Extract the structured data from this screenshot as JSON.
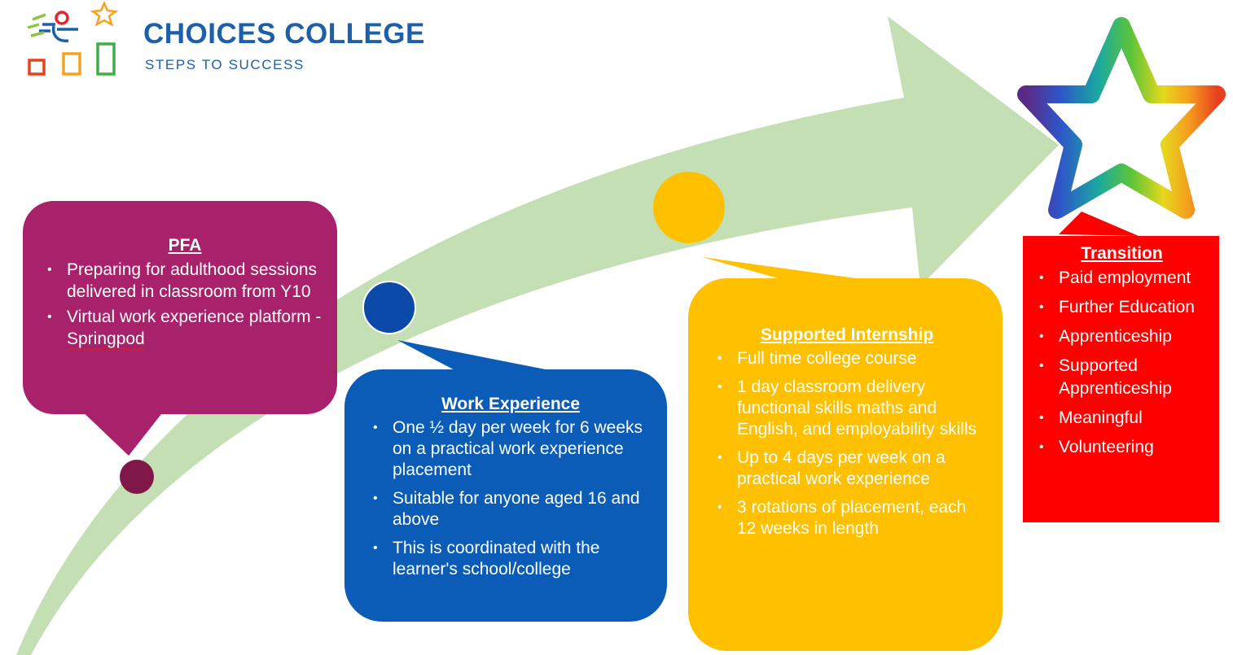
{
  "header": {
    "title": "CHOICES COLLEGE",
    "subtitle": "STEPS TO SUCCESS"
  },
  "colors": {
    "arrow": "#c4dfb3",
    "pfa": "#a8226b",
    "pfa_dot": "#7f1848",
    "work": "#0b5cb6",
    "work_dot": "#0b4aa8",
    "intern": "#ffc000",
    "transition": "#ff0000",
    "brand": "#1d5fa8"
  },
  "stages": {
    "pfa": {
      "title": "PFA",
      "items": [
        "Preparing for adulthood sessions delivered in classroom from Y10"
      ],
      "item2_prefix": "Virtual work experience platform - ",
      "item2_link": "Springpod"
    },
    "work": {
      "title": "Work Experience",
      "items": [
        "One ½ day per week for 6 weeks on a practical work experience placement",
        "Suitable for anyone aged 16 and above",
        "This is coordinated with the learner's school/college"
      ]
    },
    "intern": {
      "title": "Supported Internship",
      "items": [
        "Full time college course",
        "1 day classroom delivery functional skills maths and English, and employability skills",
        "Up to 4 days per week on a practical work experience",
        "3 rotations of placement, each 12 weeks in length"
      ]
    },
    "transition": {
      "title": "Transition",
      "items": [
        "Paid employment",
        "Further Education",
        "Apprenticeship",
        "Supported Apprenticeship",
        "Meaningful",
        "Volunteering"
      ]
    }
  }
}
